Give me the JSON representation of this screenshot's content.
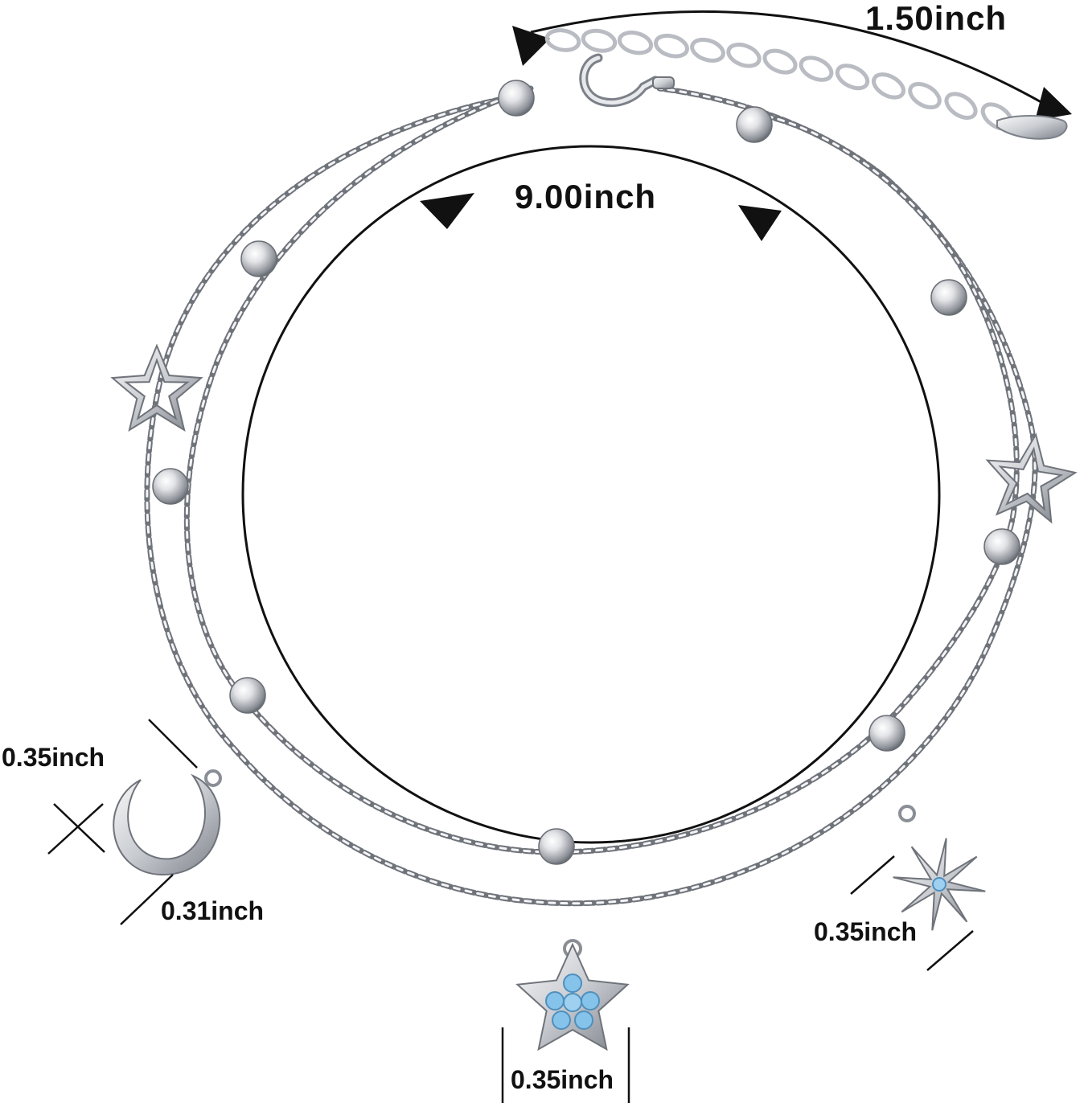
{
  "measurements": {
    "extender_length": "1.50inch",
    "chain_length": "9.00inch",
    "moon_height": "0.35inch",
    "moon_width": "0.31inch",
    "north_star_width": "0.35inch",
    "blue_star_width": "0.35inch"
  },
  "colors": {
    "silver_light": "#f4f4f6",
    "silver_mid": "#b9bcc2",
    "silver_dark": "#6f737a",
    "annotation": "#111111",
    "crystal_blue": "#86c3ea"
  },
  "charms": [
    "hollow-star-charm",
    "hollow-star-charm",
    "crescent-moon-charm",
    "blue-crystal-star-charm",
    "north-star-charm"
  ]
}
